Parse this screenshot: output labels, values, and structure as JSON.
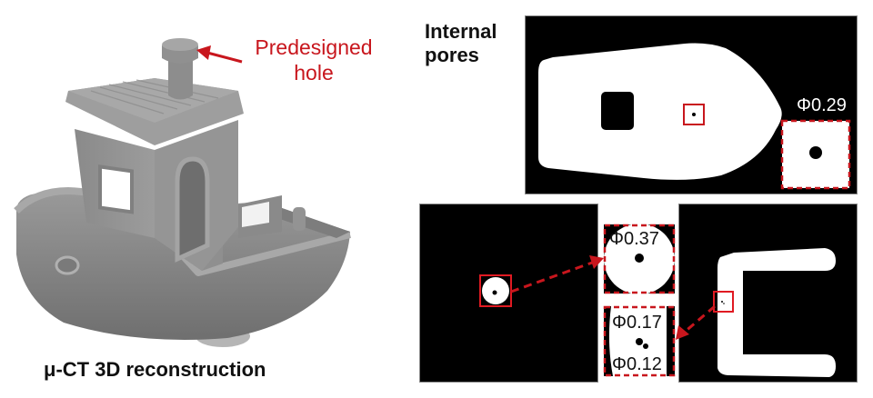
{
  "left_figure": {
    "caption": "μ-CT 3D reconstruction",
    "annotation": {
      "line1": "Predesigned",
      "line2": "hole"
    }
  },
  "right_figure": {
    "title_line1": "Internal",
    "title_line2": "pores",
    "top_panel": {
      "pore_label": "Φ0.29"
    },
    "bottom_insets": {
      "upper_label": "Φ0.37",
      "lower_label_1": "Φ0.17",
      "lower_label_2": "Φ0.12"
    }
  },
  "colors": {
    "annotation_red": "#c8161d",
    "model_gray": "#8c8c8c",
    "panel_black": "#000000",
    "section_white": "#ffffff"
  }
}
